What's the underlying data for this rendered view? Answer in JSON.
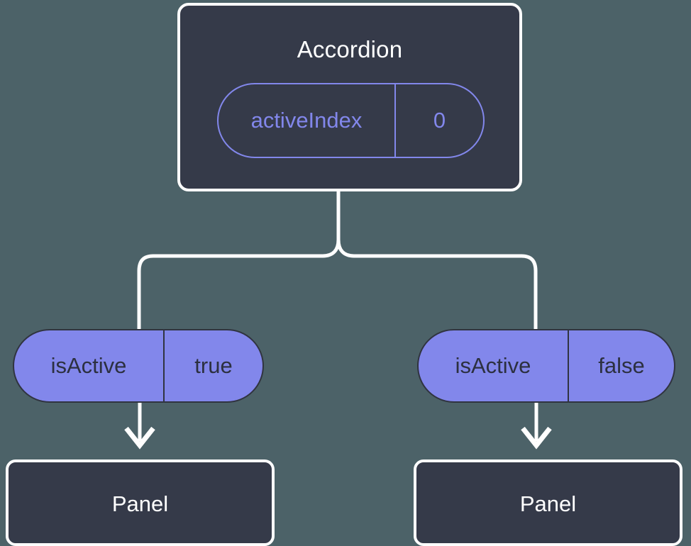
{
  "diagram": {
    "type": "component-state-tree",
    "background_color": "#4c6268",
    "node_fill_color": "#353a49",
    "node_border_color": "#ffffff",
    "accent_color": "#8287eb",
    "connector_color": "#ffffff",
    "root": {
      "title": "Accordion",
      "state_pill": {
        "key": "activeIndex",
        "value": "0",
        "style": "outlined"
      }
    },
    "branches": [
      {
        "prop_pill": {
          "key": "isActive",
          "value": "true",
          "style": "filled"
        },
        "child": {
          "title": "Panel"
        }
      },
      {
        "prop_pill": {
          "key": "isActive",
          "value": "false",
          "style": "filled"
        },
        "child": {
          "title": "Panel"
        }
      }
    ]
  }
}
